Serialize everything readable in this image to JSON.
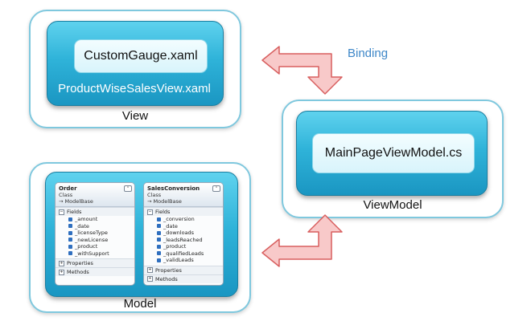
{
  "view": {
    "caption": "View",
    "inner_label": "ProductWiseSalesView.xaml",
    "file": "CustomGauge.xaml"
  },
  "viewmodel": {
    "caption": "ViewModel",
    "file": "MainPageViewModel.cs"
  },
  "model": {
    "caption": "Model",
    "classes": [
      {
        "name": "Order",
        "kind": "Class",
        "base": "→ ModelBase",
        "fields_label": "Fields",
        "fields": [
          "_amount",
          "_date",
          "_licenseType",
          "_newLicense",
          "_product",
          "_withSupport"
        ],
        "properties_label": "Properties",
        "methods_label": "Methods"
      },
      {
        "name": "SalesConversion",
        "kind": "Class",
        "base": "→ ModelBase",
        "fields_label": "Fields",
        "fields": [
          "_conversion",
          "_date",
          "_downloads",
          "_leadsReached",
          "_product",
          "_qualifiedLeads",
          "_validLeads"
        ],
        "properties_label": "Properties",
        "methods_label": "Methods"
      }
    ]
  },
  "binding_label": "Binding",
  "colors": {
    "outer_border": "#7fc8de",
    "inner_fill": "#2fb3d9",
    "arrow_fill": "#f8c9c9",
    "arrow_stroke": "#d85f5f",
    "binding_text": "#3e87c8"
  }
}
